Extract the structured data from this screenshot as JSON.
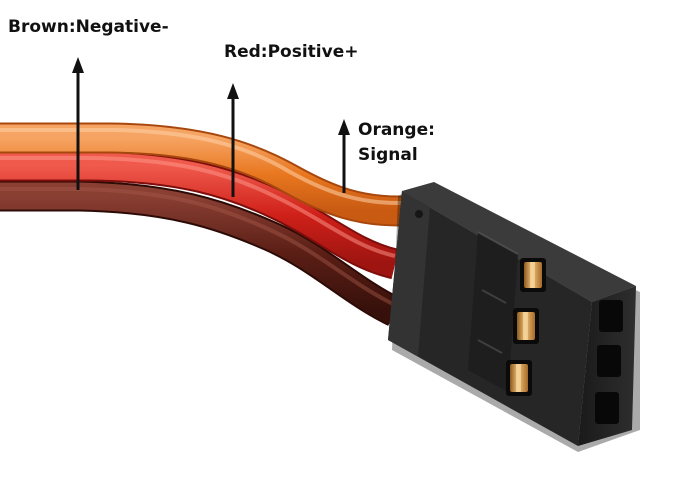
{
  "labels": {
    "brown": "Brown:Negative-",
    "red": "Red:Positive+",
    "orange_line1": "Orange:",
    "orange_line2": "Signal"
  },
  "colors": {
    "brown_wire": "#5a1e15",
    "red_wire": "#c4201d",
    "orange_wire": "#ea7a23",
    "connector": "#1c1c1c",
    "pin": "#d9a253",
    "arrow": "#111111"
  }
}
